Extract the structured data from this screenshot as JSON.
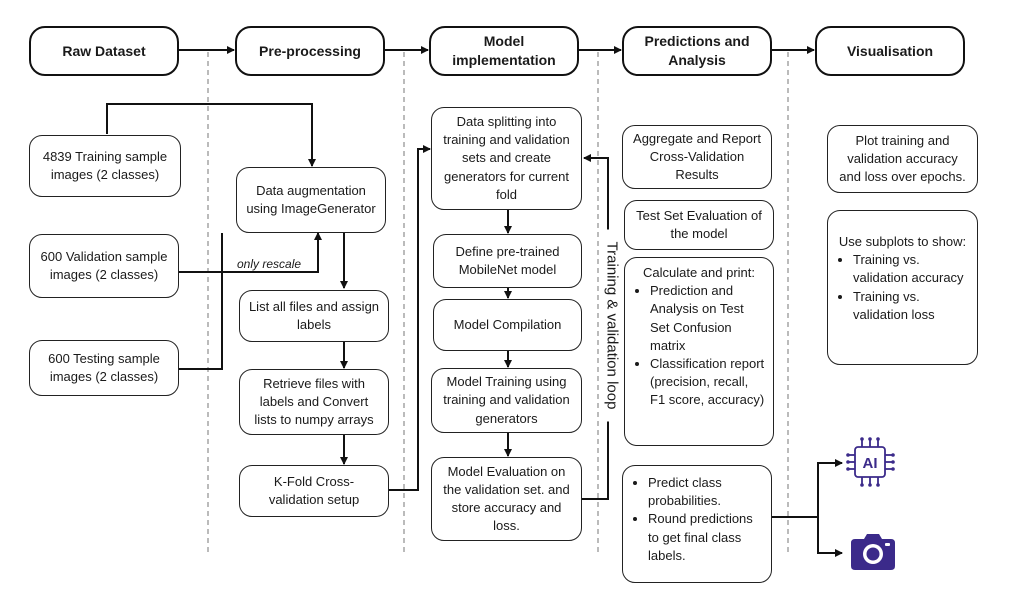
{
  "stages": {
    "raw_dataset": "Raw Dataset",
    "preprocessing": "Pre-processing",
    "model_implementation": "Model implementation",
    "predictions_analysis": "Predictions and Analysis",
    "visualisation": "Visualisation"
  },
  "raw": {
    "training": "4839  Training sample images (2 classes)",
    "validation": "600 Validation sample images (2 classes)",
    "testing": "600 Testing sample images (2 classes)"
  },
  "pre": {
    "augmentation": "Data augmentation using ImageGenerator",
    "only_rescale": "only rescale",
    "list_files": "List all files and assign labels",
    "retrieve": "Retrieve files with labels and Convert lists to numpy arrays",
    "kfold": "K-Fold Cross-validation setup"
  },
  "model": {
    "splitting": "Data splitting into training and validation sets and create generators for current fold",
    "define": "Define pre-trained MobileNet model",
    "compile": "Model Compilation",
    "training": "Model Training using training and validation generators",
    "evaluation": "Model Evaluation on the validation set. and store accuracy and loss.",
    "loop_label": "Training & validation loop"
  },
  "analysis": {
    "aggregate": "Aggregate and Report Cross-Validation Results",
    "test_eval": "Test Set Evaluation of the model",
    "calc_head": "Calculate and print:",
    "calc_items": [
      "Prediction and Analysis on Test Set Confusion matrix",
      "Classification report (precision, recall, F1 score, accuracy)"
    ],
    "predict_items": [
      "Predict class probabilities.",
      "Round predictions to get final class labels."
    ]
  },
  "vis": {
    "plot": "Plot training and validation accuracy and loss over epochs.",
    "subplots_head": "Use subplots to show:",
    "subplots_items": [
      "Training vs. validation accuracy",
      "Training vs. validation loss"
    ]
  },
  "icons": {
    "ai_text": "AI",
    "ai_icon": "ai-chip-icon",
    "camera_icon": "camera-icon",
    "accent_color": "#3b2a8a"
  }
}
